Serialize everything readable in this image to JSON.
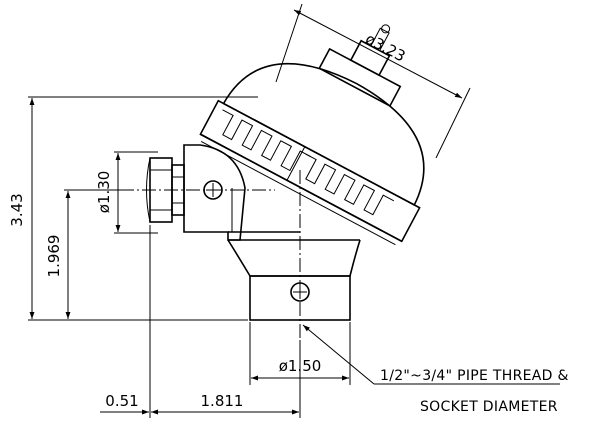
{
  "dimensions": {
    "head_diameter": "ø3.23",
    "overall_height": "3.43",
    "axis_height": "1.969",
    "nut_diameter": "ø1.30",
    "socket_diameter": "ø1.50",
    "nut_offset": "0.51",
    "center_offset": "1.811"
  },
  "note": {
    "line1": "1/2\"~3/4\" PIPE THREAD &",
    "line2": "SOCKET DIAMETER"
  }
}
